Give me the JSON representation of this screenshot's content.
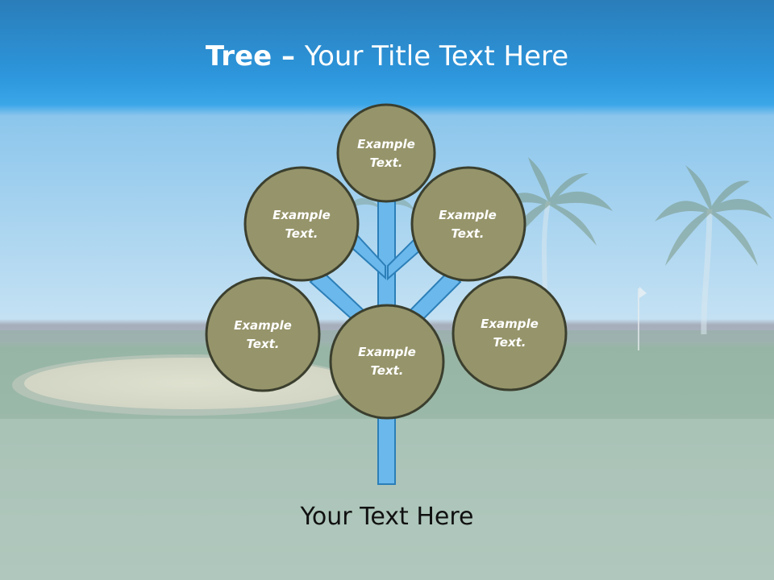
{
  "title": {
    "bold": "Tree",
    "separator": " – ",
    "text": "Your Title Text Here"
  },
  "nodes": [
    {
      "id": "top",
      "line1": "Example",
      "line2": "Text."
    },
    {
      "id": "upper-left",
      "line1": "Example",
      "line2": "Text."
    },
    {
      "id": "upper-right",
      "line1": "Example",
      "line2": "Text."
    },
    {
      "id": "lower-left",
      "line1": "Example",
      "line2": "Text."
    },
    {
      "id": "center",
      "line1": "Example",
      "line2": "Text."
    },
    {
      "id": "lower-right",
      "line1": "Example",
      "line2": "Text."
    }
  ],
  "caption": "Your Text Here",
  "colors": {
    "sky_top": "#1f7fc6",
    "sky_band": "#3aa6e8",
    "sky_light": "#a9d3ee",
    "grass": "#8fae9e",
    "node_fill": "#96946a",
    "node_stroke": "#3b3f2e",
    "branch_fill": "#6bb8ec",
    "branch_stroke": "#2c7fb8"
  }
}
